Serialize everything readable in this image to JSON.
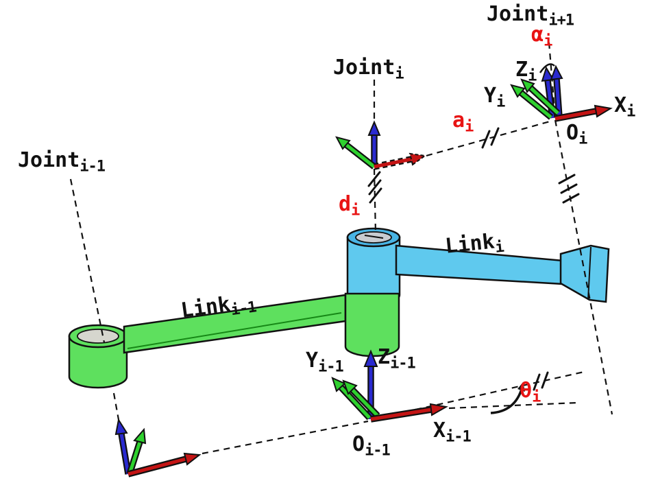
{
  "diagram": {
    "colors": {
      "x_axis": "#c41414",
      "y_axis": "#2ed12e",
      "z_axis": "#2a2ad0",
      "link_prev_fill": "#5ee05e",
      "link_cur_fill": "#5fc9ee",
      "param_text": "#e81414",
      "outline": "#111111"
    },
    "labels": {
      "joint_next": {
        "main": "Joint",
        "sub": "i+1"
      },
      "joint_cur": {
        "main": "Joint",
        "sub": "i"
      },
      "joint_prev": {
        "main": "Joint",
        "sub": "i-1"
      },
      "link_cur": {
        "main": "Link",
        "sub": "i"
      },
      "link_prev": {
        "main": "Link",
        "sub": "i-1"
      },
      "alpha": {
        "main": "α",
        "sub": "i"
      },
      "a_param": {
        "main": "a",
        "sub": "i"
      },
      "d_param": {
        "main": "d",
        "sub": "i"
      },
      "theta": {
        "main": "θ",
        "sub": "i"
      },
      "x_cur": {
        "main": "X",
        "sub": "i"
      },
      "y_cur": {
        "main": "Y",
        "sub": "i"
      },
      "z_cur": {
        "main": "Z",
        "sub": "i"
      },
      "o_cur": {
        "main": "O",
        "sub": "i"
      },
      "x_prev": {
        "main": "X",
        "sub": "i-1"
      },
      "y_prev": {
        "main": "Y",
        "sub": "i-1"
      },
      "z_prev": {
        "main": "Z",
        "sub": "i-1"
      },
      "o_prev": {
        "main": "O",
        "sub": "i-1"
      }
    }
  }
}
